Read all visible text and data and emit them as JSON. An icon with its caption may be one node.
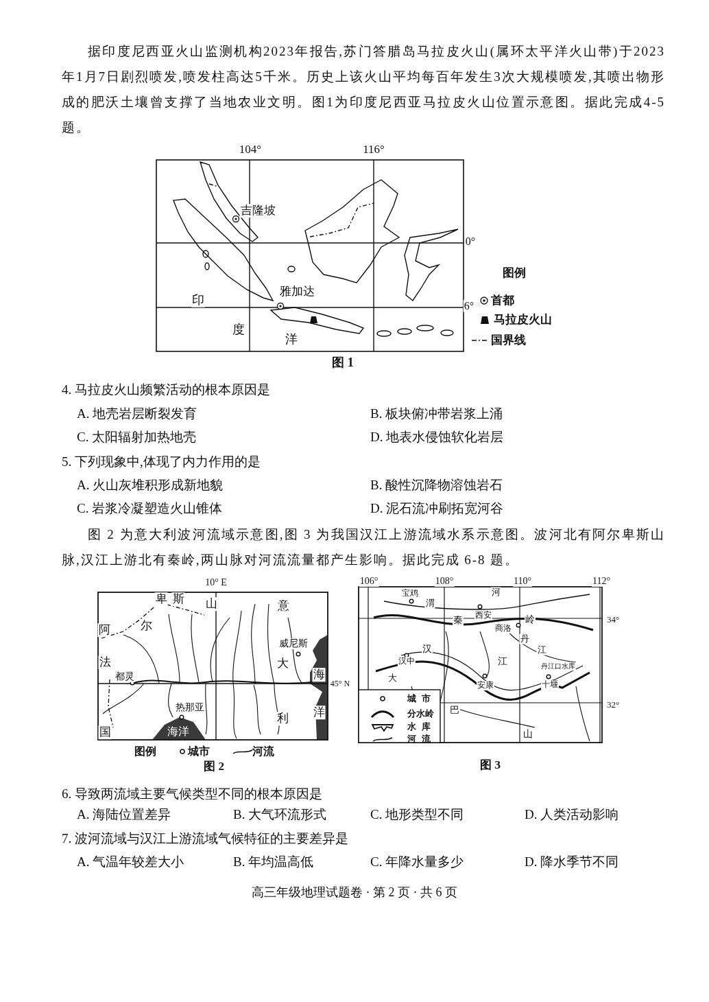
{
  "diagram": {
    "labels": [
      "据印度尼西亚火山监测机构2023年报告,苏门答腊岛马拉皮火山(属环太平洋火山带)于2023年1月7日剧烈喷发,喷发柱高达5千米。历史上该火山平均每百年发生3次大规模喷发,其喷出物形成的肥沃土壤曾支撑了当地农业文明。图1为印度尼西亚马拉皮火山位置示意图。据此完成4-5题。",
      "104°",
      "116°",
      "吉隆坡",
      "0°",
      "图例",
      "雅加达",
      "印",
      "6°",
      "度",
      "洋",
      "图 1",
      "4. 马拉皮火山频繁活动的根本原因是",
      "A. 地壳岩层断裂发育",
      "B. 板块俯冲带岩浆上涌",
      "C. 太阳辐射加热地壳",
      "D. 地表水侵蚀软化岩层",
      "5. 下列现象中,体现了内力作用的是",
      "A. 火山灰堆积形成新地貌",
      "B. 酸性沉降物溶蚀岩石",
      "C. 岩浆冷凝塑造火山锥体",
      "D. 泥石流冲刷拓宽河谷",
      "图 2 为意大利波河流域示意图,图 3 为我国汉江上游流域水系示意图。波河北有阿尔卑斯山脉,汉江上游北有秦岭,两山脉对河流流量都产生影响。据此完成 6-8 题。",
      "10° E",
      "卑",
      "斯",
      "山",
      "意",
      "阿",
      "尔",
      "威尼斯",
      "法",
      "大",
      "都灵",
      "海",
      "45° N",
      "热那亚",
      "利",
      "洋",
      "国",
      "海洋",
      "图例",
      "图 2",
      "106°",
      "108°",
      "110°",
      "112°",
      "宝鸡",
      "河",
      "渭",
      "西安",
      "秦",
      "岭",
      "34°",
      "商洛",
      "丹",
      "汉",
      "江",
      "汉中",
      "江",
      "丹江口水库",
      "大",
      "安康",
      "十堰",
      "32°",
      "巴",
      "山",
      "图 3",
      "6. 导致两流域主要气候类型不同的根本原因是",
      "A. 海陆位置差异",
      "B. 大气环流形式",
      "C. 地形类型不同",
      "D. 人类活动影响",
      "7. 波河流域与汉江上游流域气候特征的主要差异是",
      "A. 气温年较差大小",
      "B. 年均温高低",
      "C. 年降水量多少",
      "D. 降水季节不同",
      "高三年级地理试题卷 · 第 2 页 · 共 6 页"
    ],
    "legend": [
      {
        "text": "首都"
      },
      {
        "text": "马拉皮火山"
      },
      {
        "text": "国界线"
      },
      {
        "text": "城市"
      },
      {
        "text": "河流"
      },
      {
        "text": "城市"
      },
      {
        "text": "分水岭"
      },
      {
        "text": "水库"
      },
      {
        "text": "河流"
      }
    ]
  }
}
